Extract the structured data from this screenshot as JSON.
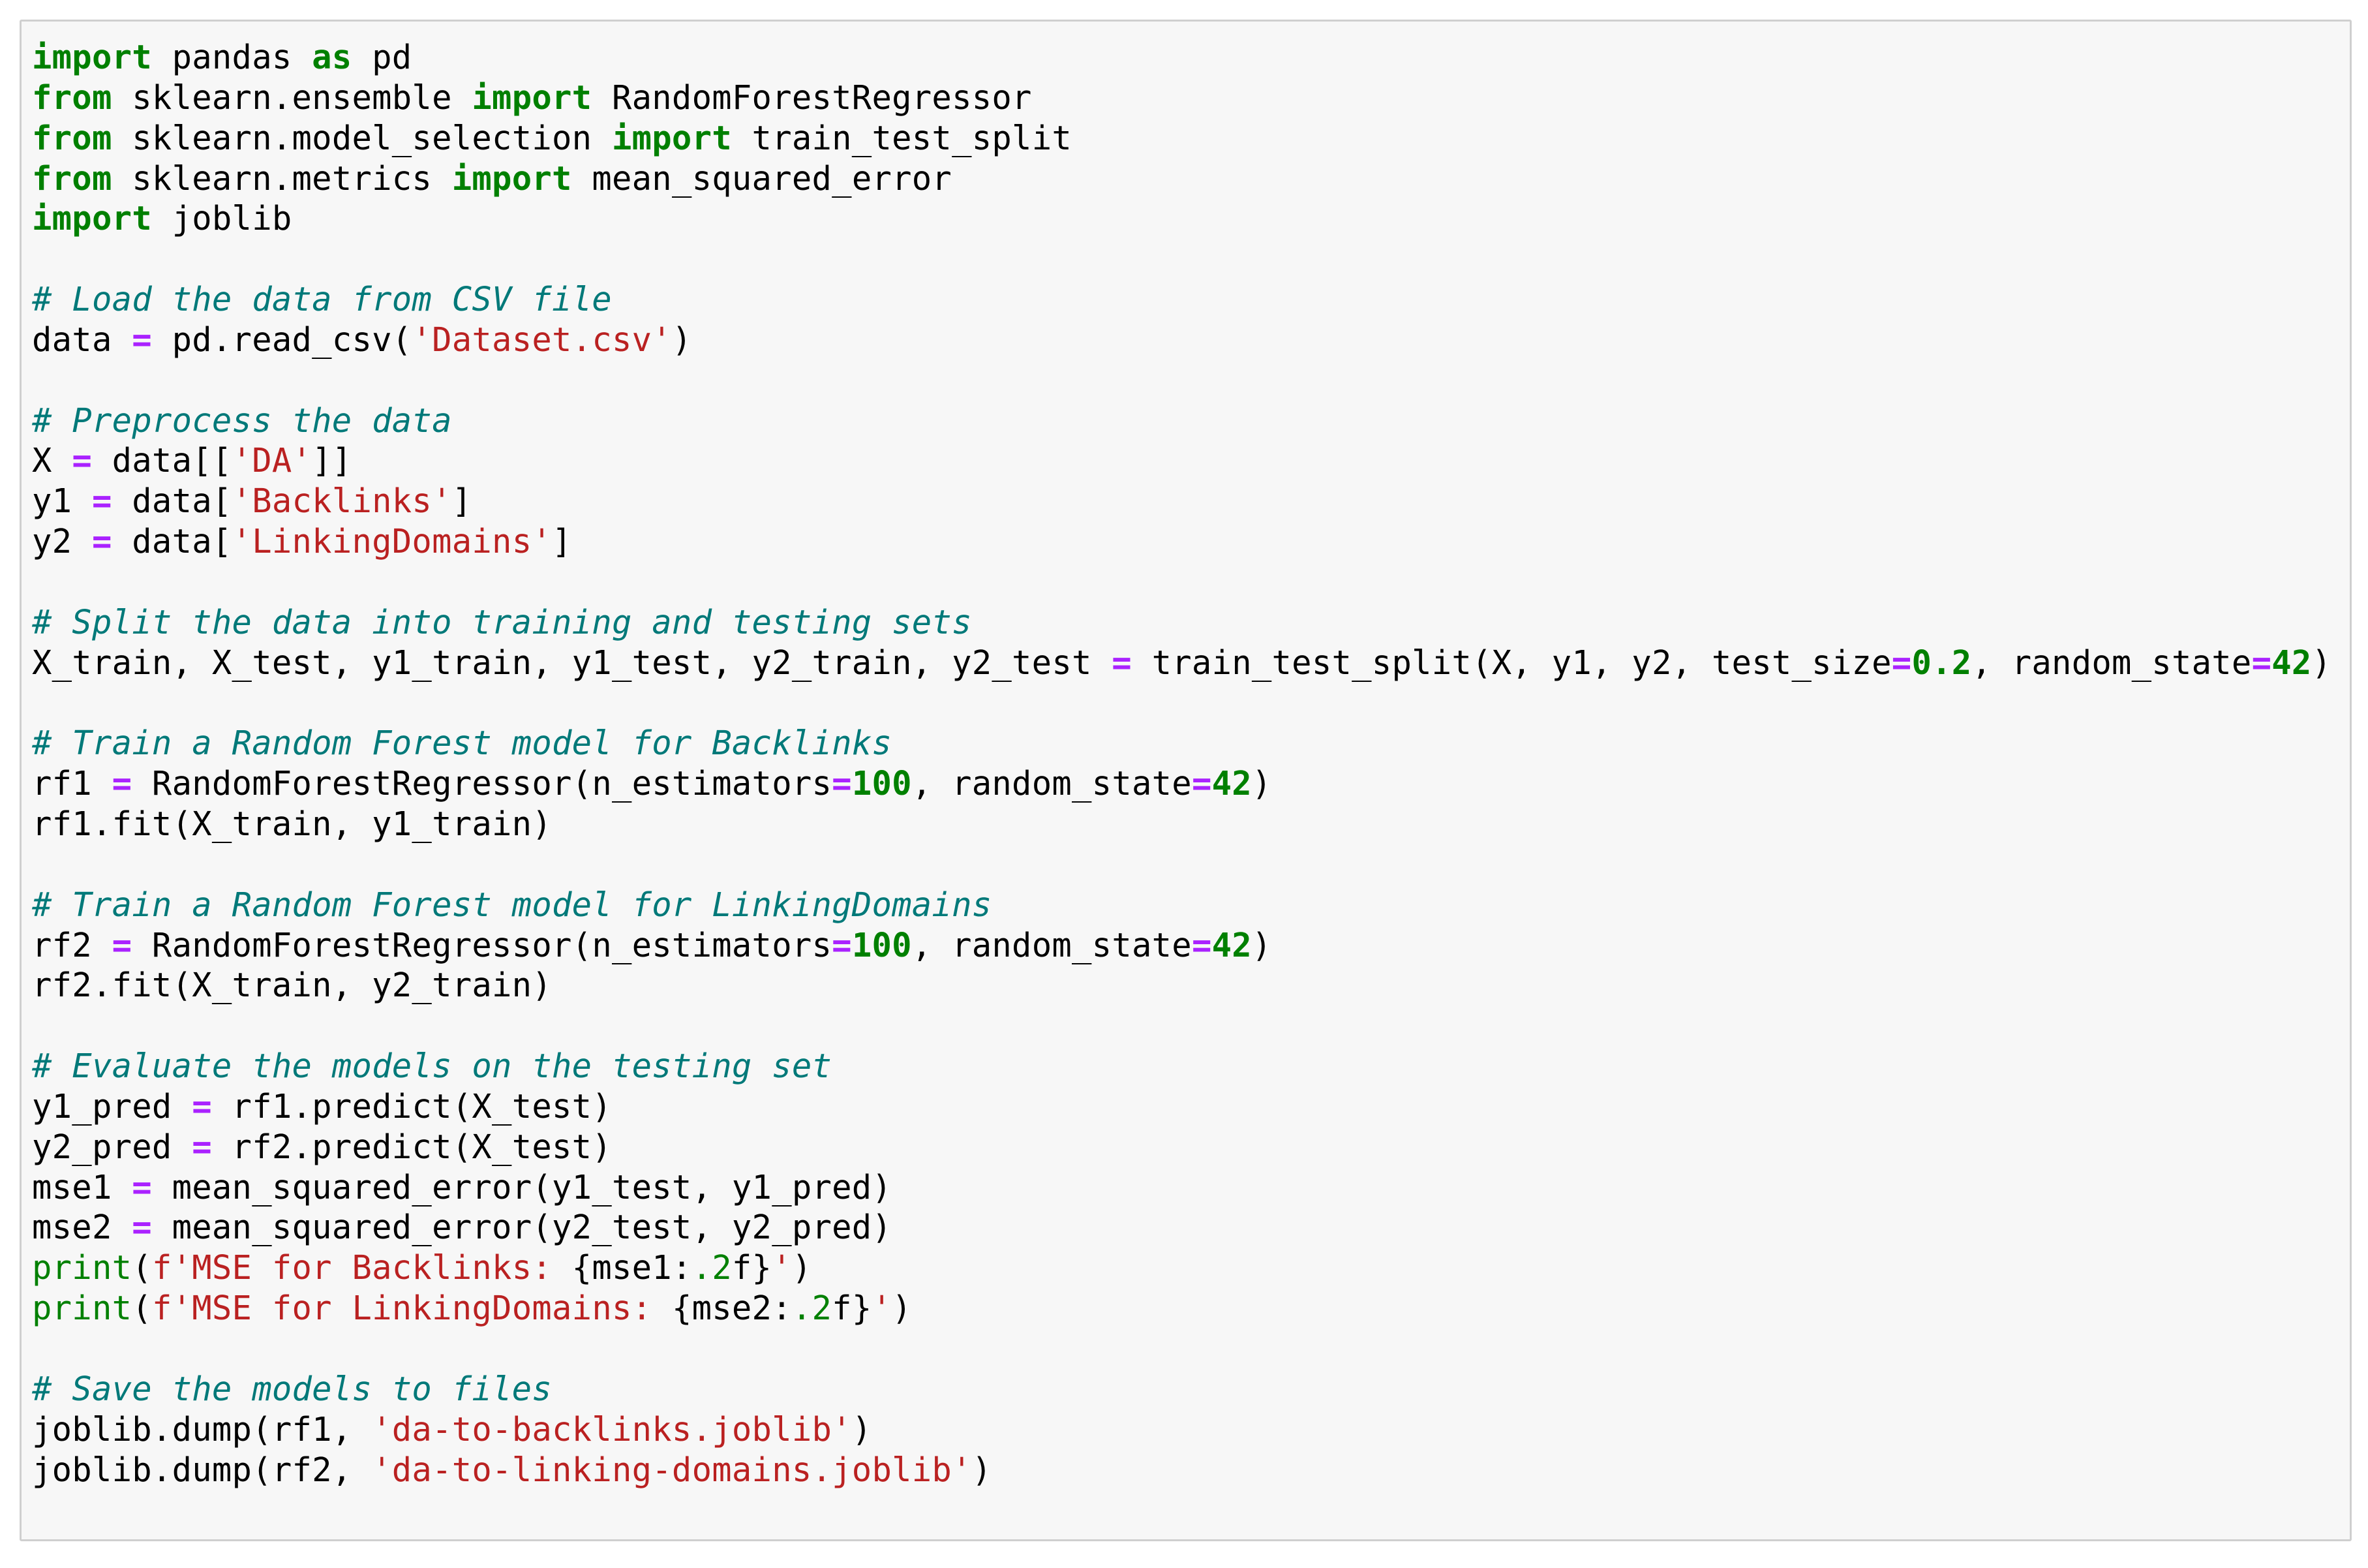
{
  "colors": {
    "keyword": "#008000",
    "builtin": "#008000",
    "operator": "#aa22ff",
    "string": "#ba2121",
    "number": "#008000",
    "comment": "#007979",
    "text": "#000000",
    "cell_background": "#f7f7f7",
    "cell_border": "#cfcfcf"
  },
  "code_lines": [
    [
      {
        "t": "kw",
        "v": "import"
      },
      {
        "t": "tx",
        "v": " pandas "
      },
      {
        "t": "kw",
        "v": "as"
      },
      {
        "t": "tx",
        "v": " pd"
      }
    ],
    [
      {
        "t": "kw",
        "v": "from"
      },
      {
        "t": "tx",
        "v": " sklearn.ensemble "
      },
      {
        "t": "kw",
        "v": "import"
      },
      {
        "t": "tx",
        "v": " RandomForestRegressor"
      }
    ],
    [
      {
        "t": "kw",
        "v": "from"
      },
      {
        "t": "tx",
        "v": " sklearn.model_selection "
      },
      {
        "t": "kw",
        "v": "import"
      },
      {
        "t": "tx",
        "v": " train_test_split"
      }
    ],
    [
      {
        "t": "kw",
        "v": "from"
      },
      {
        "t": "tx",
        "v": " sklearn.metrics "
      },
      {
        "t": "kw",
        "v": "import"
      },
      {
        "t": "tx",
        "v": " mean_squared_error"
      }
    ],
    [
      {
        "t": "kw",
        "v": "import"
      },
      {
        "t": "tx",
        "v": " joblib"
      }
    ],
    [],
    [
      {
        "t": "cm",
        "v": "# Load the data from CSV file"
      }
    ],
    [
      {
        "t": "tx",
        "v": "data "
      },
      {
        "t": "op",
        "v": "="
      },
      {
        "t": "tx",
        "v": " pd.read_csv("
      },
      {
        "t": "str",
        "v": "'Dataset.csv'"
      },
      {
        "t": "tx",
        "v": ")"
      }
    ],
    [],
    [
      {
        "t": "cm",
        "v": "# Preprocess the data"
      }
    ],
    [
      {
        "t": "tx",
        "v": "X "
      },
      {
        "t": "op",
        "v": "="
      },
      {
        "t": "tx",
        "v": " data[["
      },
      {
        "t": "str",
        "v": "'DA'"
      },
      {
        "t": "tx",
        "v": "]]"
      }
    ],
    [
      {
        "t": "tx",
        "v": "y1 "
      },
      {
        "t": "op",
        "v": "="
      },
      {
        "t": "tx",
        "v": " data["
      },
      {
        "t": "str",
        "v": "'Backlinks'"
      },
      {
        "t": "tx",
        "v": "]"
      }
    ],
    [
      {
        "t": "tx",
        "v": "y2 "
      },
      {
        "t": "op",
        "v": "="
      },
      {
        "t": "tx",
        "v": " data["
      },
      {
        "t": "str",
        "v": "'LinkingDomains'"
      },
      {
        "t": "tx",
        "v": "]"
      }
    ],
    [],
    [
      {
        "t": "cm",
        "v": "# Split the data into training and testing sets"
      }
    ],
    [
      {
        "t": "tx",
        "v": "X_train, X_test, y1_train, y1_test, y2_train, y2_test "
      },
      {
        "t": "op",
        "v": "="
      },
      {
        "t": "tx",
        "v": " train_test_split(X, y1, y2, test_size"
      },
      {
        "t": "op",
        "v": "="
      },
      {
        "t": "num",
        "v": "0.2"
      },
      {
        "t": "tx",
        "v": ", random_state"
      },
      {
        "t": "op",
        "v": "="
      },
      {
        "t": "num",
        "v": "42"
      },
      {
        "t": "tx",
        "v": ")"
      }
    ],
    [],
    [
      {
        "t": "cm",
        "v": "# Train a Random Forest model for Backlinks"
      }
    ],
    [
      {
        "t": "tx",
        "v": "rf1 "
      },
      {
        "t": "op",
        "v": "="
      },
      {
        "t": "tx",
        "v": " RandomForestRegressor(n_estimators"
      },
      {
        "t": "op",
        "v": "="
      },
      {
        "t": "num",
        "v": "100"
      },
      {
        "t": "tx",
        "v": ", random_state"
      },
      {
        "t": "op",
        "v": "="
      },
      {
        "t": "num",
        "v": "42"
      },
      {
        "t": "tx",
        "v": ")"
      }
    ],
    [
      {
        "t": "tx",
        "v": "rf1.fit(X_train, y1_train)"
      }
    ],
    [],
    [
      {
        "t": "cm",
        "v": "# Train a Random Forest model for LinkingDomains"
      }
    ],
    [
      {
        "t": "tx",
        "v": "rf2 "
      },
      {
        "t": "op",
        "v": "="
      },
      {
        "t": "tx",
        "v": " RandomForestRegressor(n_estimators"
      },
      {
        "t": "op",
        "v": "="
      },
      {
        "t": "num",
        "v": "100"
      },
      {
        "t": "tx",
        "v": ", random_state"
      },
      {
        "t": "op",
        "v": "="
      },
      {
        "t": "num",
        "v": "42"
      },
      {
        "t": "tx",
        "v": ")"
      }
    ],
    [
      {
        "t": "tx",
        "v": "rf2.fit(X_train, y2_train)"
      }
    ],
    [],
    [
      {
        "t": "cm",
        "v": "# Evaluate the models on the testing set"
      }
    ],
    [
      {
        "t": "tx",
        "v": "y1_pred "
      },
      {
        "t": "op",
        "v": "="
      },
      {
        "t": "tx",
        "v": " rf1.predict(X_test)"
      }
    ],
    [
      {
        "t": "tx",
        "v": "y2_pred "
      },
      {
        "t": "op",
        "v": "="
      },
      {
        "t": "tx",
        "v": " rf2.predict(X_test)"
      }
    ],
    [
      {
        "t": "tx",
        "v": "mse1 "
      },
      {
        "t": "op",
        "v": "="
      },
      {
        "t": "tx",
        "v": " mean_squared_error(y1_test, y1_pred)"
      }
    ],
    [
      {
        "t": "tx",
        "v": "mse2 "
      },
      {
        "t": "op",
        "v": "="
      },
      {
        "t": "tx",
        "v": " mean_squared_error(y2_test, y2_pred)"
      }
    ],
    [
      {
        "t": "bi",
        "v": "print"
      },
      {
        "t": "tx",
        "v": "("
      },
      {
        "t": "str",
        "v": "f'MSE for Backlinks: "
      },
      {
        "t": "tx",
        "v": "{mse1:"
      },
      {
        "t": "num2",
        "v": ".2"
      },
      {
        "t": "tx",
        "v": "f}"
      },
      {
        "t": "str",
        "v": "'"
      },
      {
        "t": "tx",
        "v": ")"
      }
    ],
    [
      {
        "t": "bi",
        "v": "print"
      },
      {
        "t": "tx",
        "v": "("
      },
      {
        "t": "str",
        "v": "f'MSE for LinkingDomains: "
      },
      {
        "t": "tx",
        "v": "{mse2:"
      },
      {
        "t": "num2",
        "v": ".2"
      },
      {
        "t": "tx",
        "v": "f}"
      },
      {
        "t": "str",
        "v": "'"
      },
      {
        "t": "tx",
        "v": ")"
      }
    ],
    [],
    [
      {
        "t": "cm",
        "v": "# Save the models to files"
      }
    ],
    [
      {
        "t": "tx",
        "v": "joblib.dump(rf1, "
      },
      {
        "t": "str",
        "v": "'da-to-backlinks.joblib'"
      },
      {
        "t": "tx",
        "v": ")"
      }
    ],
    [
      {
        "t": "tx",
        "v": "joblib.dump(rf2, "
      },
      {
        "t": "str",
        "v": "'da-to-linking-domains.joblib'"
      },
      {
        "t": "tx",
        "v": ")"
      }
    ]
  ]
}
